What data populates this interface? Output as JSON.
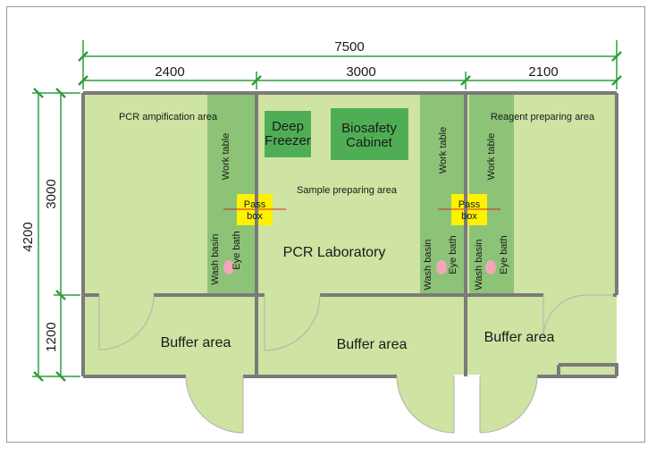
{
  "title": "PCR Laboratory",
  "dimensions": {
    "total_width": "7500",
    "seg_left": "2400",
    "seg_mid": "3000",
    "seg_right": "2100",
    "total_height": "4200",
    "upper_height": "3000",
    "lower_height": "1200"
  },
  "areas": {
    "pcr_amplification": "PCR ampification area",
    "sample_preparing": "Sample preparing area",
    "reagent_preparing": "Reagent preparing area",
    "buffer_left": "Buffer area",
    "buffer_mid": "Buffer area",
    "buffer_right": "Buffer area"
  },
  "equipment": {
    "deep_freezer_line1": "Deep",
    "deep_freezer_line2": "Freezer",
    "biosafety_line1": "Biosafety",
    "biosafety_line2": "Cabinet",
    "pass_box_line1": "Pass",
    "pass_box_line2": "box",
    "work_table": "Work table",
    "wash_basin": "Wash basin",
    "eye_bath": "Eye bath"
  },
  "colors": {
    "floor": "#cfe3a2",
    "work_table": "#8cc377",
    "equipment": "#4fae55",
    "pass_box": "#fff200",
    "wall": "#7a7a7a",
    "dimension_line": "#2e9d3a",
    "basin": "#f2a7b8"
  }
}
